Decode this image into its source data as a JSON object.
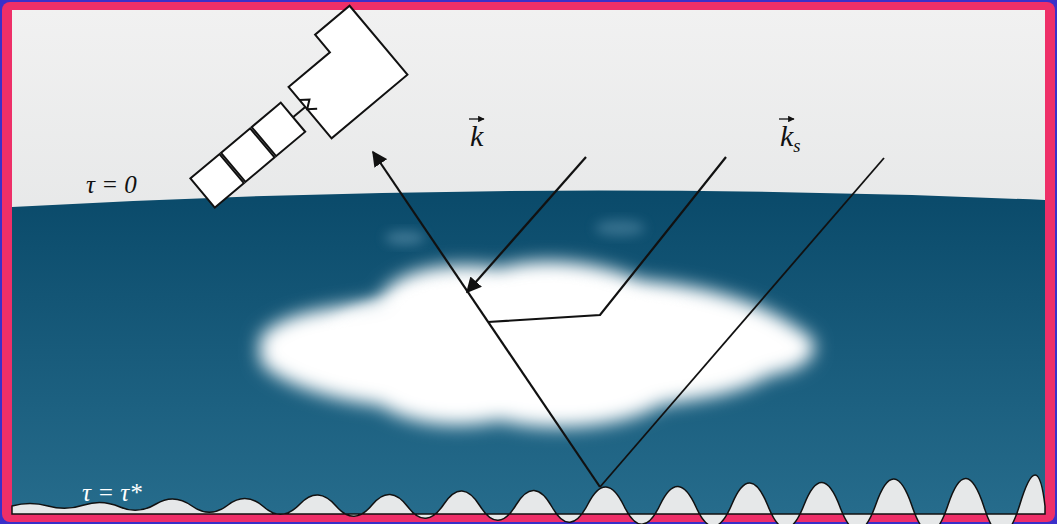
{
  "diagram": {
    "labels": [
      "τ = 0",
      "τ = τ*",
      "k",
      "ks"
    ]
  }
}
